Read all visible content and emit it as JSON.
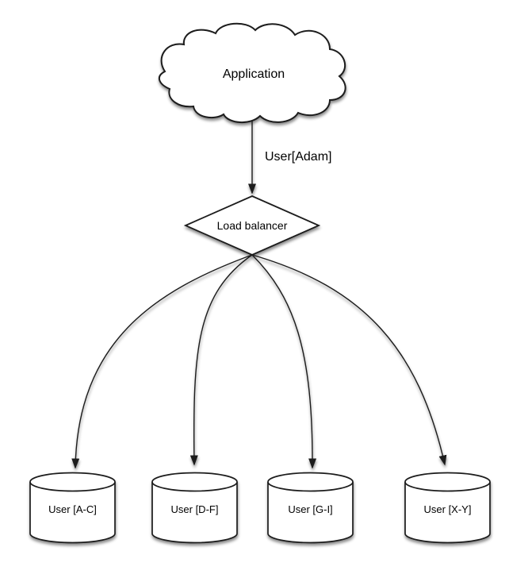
{
  "diagram": {
    "colors": {
      "background": "#ffffff",
      "shape_fill": "#ffffff",
      "stroke": "#1a1a1a",
      "text": "#000000"
    },
    "nodes": {
      "application": {
        "label": "Application",
        "shape": "cloud"
      },
      "load_balancer": {
        "label": "Load balancer",
        "shape": "diamond"
      },
      "shards": [
        {
          "label": "User [A-C]",
          "shape": "cylinder"
        },
        {
          "label": "User [D-F]",
          "shape": "cylinder"
        },
        {
          "label": "User [G-I]",
          "shape": "cylinder"
        },
        {
          "label": "User [X-Y]",
          "shape": "cylinder"
        }
      ]
    },
    "edges": [
      {
        "from": "application",
        "to": "load_balancer",
        "label": "User[Adam]"
      },
      {
        "from": "load_balancer",
        "to": "shards.0",
        "label": ""
      },
      {
        "from": "load_balancer",
        "to": "shards.1",
        "label": ""
      },
      {
        "from": "load_balancer",
        "to": "shards.2",
        "label": ""
      },
      {
        "from": "load_balancer",
        "to": "shards.3",
        "label": ""
      }
    ]
  }
}
